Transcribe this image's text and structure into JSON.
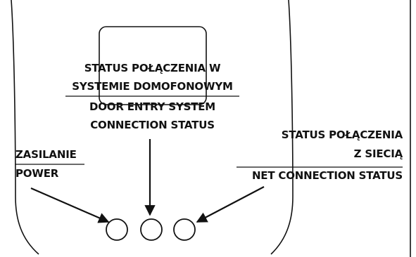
{
  "labels": {
    "intercom_status": {
      "line1_pl": "STATUS POŁĄCZENIA W",
      "line2_pl": "SYSTEMIE DOMOFONOWYM",
      "line1_en": "DOOR ENTRY SYSTEM",
      "line2_en": "CONNECTION STATUS"
    },
    "network_status": {
      "line1_pl": "STATUS POŁĄCZENIA",
      "line2_pl": "Z SIECIĄ",
      "line1_en": "NET CONNECTION STATUS"
    },
    "power": {
      "pl": "ZASILANIE",
      "en": "POWER"
    }
  },
  "indicators": [
    "power-led",
    "door-entry-led",
    "net-connection-led"
  ],
  "colors": {
    "ink": "#111111",
    "background": "#ffffff"
  }
}
